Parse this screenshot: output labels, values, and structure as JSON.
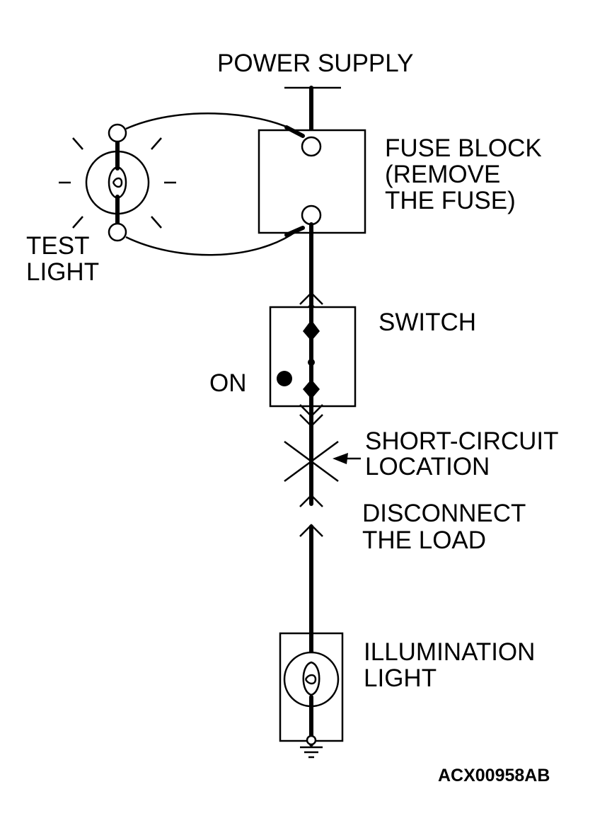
{
  "labels": {
    "power_supply": "POWER SUPPLY",
    "fuse_block_1": "FUSE BLOCK",
    "fuse_block_2": "(REMOVE",
    "fuse_block_3": "THE FUSE)",
    "test_light_1": "TEST",
    "test_light_2": "LIGHT",
    "switch": "SWITCH",
    "on": "ON",
    "short_circuit_1": "SHORT-CIRCUIT",
    "short_circuit_2": "LOCATION",
    "disconnect_1": "DISCONNECT",
    "disconnect_2": "THE LOAD",
    "illumination_1": "ILLUMINATION",
    "illumination_2": "LIGHT",
    "figure_code": "ACX00958AB"
  }
}
